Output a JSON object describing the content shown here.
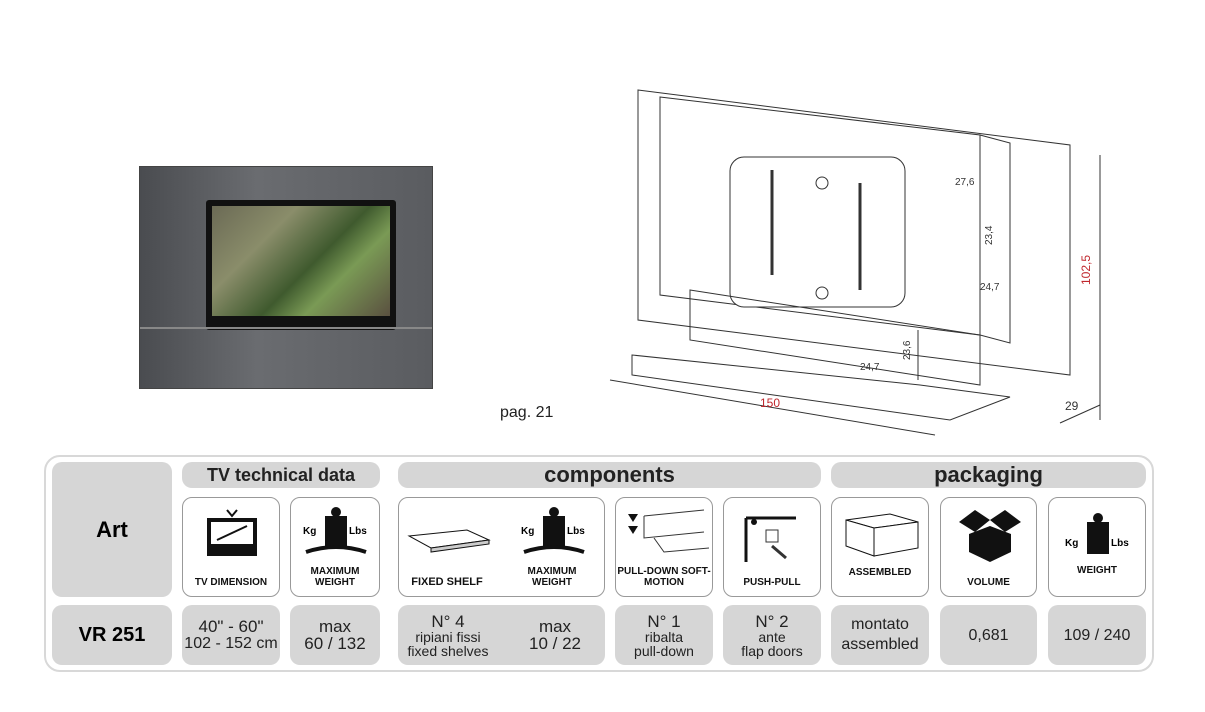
{
  "page_ref": "pag. 21",
  "drawing": {
    "width": "150",
    "height": "102,5",
    "depth": "29",
    "d1": "27,6",
    "d2": "23,4",
    "d3": "24,7",
    "d4": "23,6",
    "d5": "24,7"
  },
  "table": {
    "art_label": "Art",
    "art_value": "VR 251",
    "headers": {
      "tv": "TV technical data",
      "components": "components",
      "packaging": "packaging"
    },
    "icons": {
      "tv_dimension": "TV DIMENSION",
      "max_weight": "MAXIMUM WEIGHT",
      "fixed_shelf": "FIXED SHELF",
      "max_weight2": "MAXIMUM WEIGHT",
      "pull_down": "PULL-DOWN SOFT-MOTION",
      "push_pull": "PUSH-PULL",
      "assembled": "ASSEMBLED",
      "volume": "VOLUME",
      "weight": "WEIGHT",
      "kg": "Kg",
      "lbs": "Lbs"
    },
    "values": {
      "tv_inches": "40\" - 60\"",
      "tv_cm": "102 - 152 cm",
      "tv_max": "max",
      "tv_max_val": "60 / 132",
      "shelf_n": "N° 4",
      "shelf_it": "ripiani fissi",
      "shelf_en": "fixed shelves",
      "shelf_max": "max",
      "shelf_max_val": "10 / 22",
      "pd_n": "N° 1",
      "pd_it": "ribalta",
      "pd_en": "pull-down",
      "pp_n": "N° 2",
      "pp_it": "ante",
      "pp_en": "flap doors",
      "as_it": "montato",
      "as_en": "assembled",
      "volume": "0,681",
      "weight": "109 / 240"
    }
  }
}
